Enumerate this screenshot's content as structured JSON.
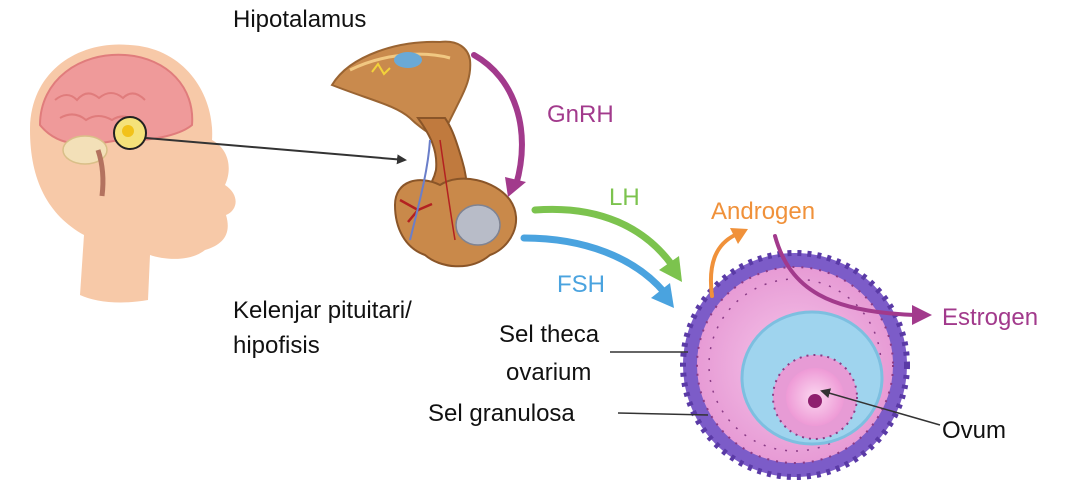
{
  "labels": {
    "hypothalamus": "Hipotalamus",
    "pituitary_line1": "Kelenjar pituitari/",
    "pituitary_line2": "hipofisis",
    "theca_line1": "Sel theca",
    "theca_line2": "ovarium",
    "granulosa": "Sel granulosa",
    "ovum": "Ovum"
  },
  "hormones": {
    "gnrh": "GnRH",
    "lh": "LH",
    "fsh": "FSH",
    "androgen": "Androgen",
    "estrogen": "Estrogen"
  },
  "colors": {
    "gnrh": "#a23a8c",
    "lh": "#7cc34e",
    "fsh": "#4aa3df",
    "androgen": "#f0913a",
    "estrogen": "#a23a8c",
    "label_text": "#111111",
    "head_skin": "#f7c9a8",
    "brain": "#ef9a9a",
    "pituitary": "#c9894a",
    "theca": "#7c5cc8",
    "granulosa": "#e89ad6",
    "antrum": "#9fd4ee",
    "ovum": "#f2a6de"
  }
}
